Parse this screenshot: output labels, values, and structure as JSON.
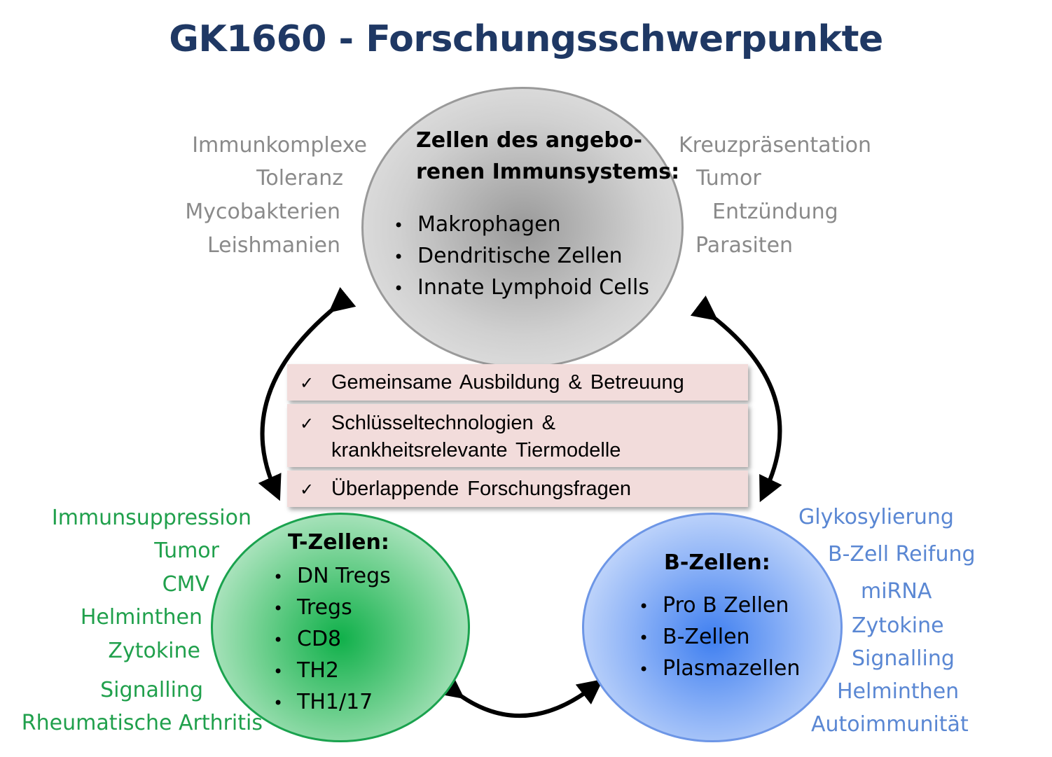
{
  "title": "GK1660 - Forschungsschwerpunkte",
  "innate": {
    "heading_line1": "Zellen des angebo-",
    "heading_line2": "renen Immunsystems:",
    "items": [
      "Makrophagen",
      "Dendritische Zellen",
      "Innate Lymphoid Cells"
    ],
    "left_topics": [
      "Immunkomplexe",
      "Toleranz",
      "Mycobakterien",
      "Leishmanien"
    ],
    "right_topics": [
      "Kreuzpräsentation",
      "Tumor",
      "Entzündung",
      "Parasiten"
    ]
  },
  "tcells": {
    "heading": "T-Zellen:",
    "items": [
      "DN Tregs",
      "Tregs",
      "CD8",
      "TH2",
      "TH1/17"
    ],
    "topics": [
      "Immunsuppression",
      "Tumor",
      "CMV",
      "Helminthen",
      "Zytokine",
      "Signalling",
      "Rheumatische Arthritis"
    ]
  },
  "bcells": {
    "heading": "B-Zellen:",
    "items": [
      "Pro B Zellen",
      "B-Zellen",
      "Plasmazellen"
    ],
    "topics": [
      "Glykosylierung",
      "B-Zell Reifung",
      "miRNA",
      "Zytokine",
      "Signalling",
      "Helminthen",
      "Autoimmunität"
    ]
  },
  "center_boxes": [
    {
      "line1": "Gemeinsame Ausbildung & Betreuung"
    },
    {
      "line1": "Schlüsseltechnologien &",
      "line2": "krankheitsrelevante Tiermodelle"
    },
    {
      "line1": "Überlappende Forschungsfragen"
    }
  ],
  "check_symbol": "✓",
  "bullet_symbol": "•",
  "colors": {
    "title": "#1f3864",
    "innate_topics": "#8a8a8a",
    "t_topics": "#20a04c",
    "b_topics": "#5a87d3",
    "box_fill": "#f2dcdb"
  }
}
